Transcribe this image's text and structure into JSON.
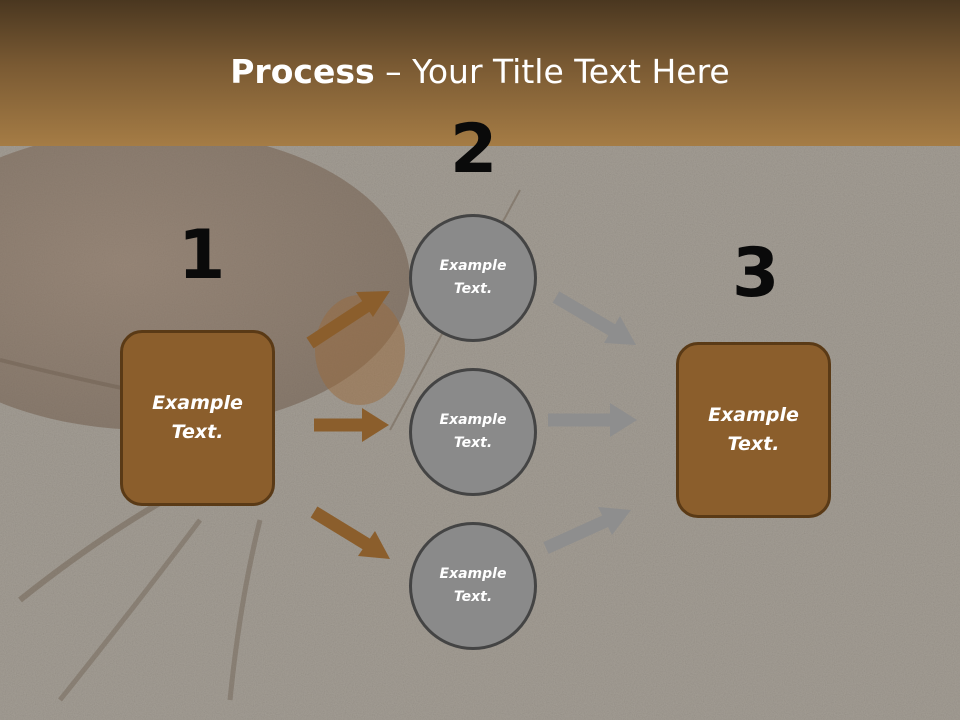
{
  "slide": {
    "title_bold": "Process",
    "title_rest": " – Your Title Text Here",
    "step_numbers": [
      "1",
      "2",
      "3"
    ],
    "left_box_text": "Example Text.",
    "right_box_text": "Example Text.",
    "circles": [
      {
        "text": "Example Text."
      },
      {
        "text": "Example Text."
      },
      {
        "text": "Example Text."
      }
    ],
    "colors": {
      "header_top": "#4a3720",
      "header_bottom": "#a57c45",
      "box_fill": "#8b5e2c",
      "box_border": "#5a3a16",
      "circle_fill": "#8a8a8a",
      "brown_arrow": "#8b5e2c",
      "gray_arrow": "#8e8e8e"
    },
    "background_image": "faded cockroach on stone texture"
  }
}
